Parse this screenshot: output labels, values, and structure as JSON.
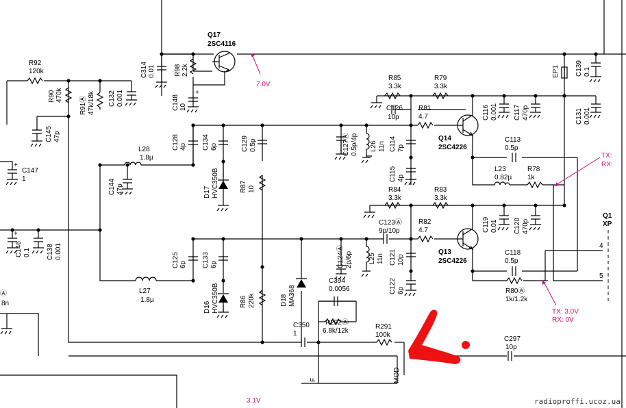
{
  "diagram": {
    "transistors": [
      {
        "id": "q17",
        "ref": "Q17",
        "part": "2SC4116"
      },
      {
        "id": "q14",
        "ref": "Q14",
        "part": "2SC4226"
      },
      {
        "id": "q13",
        "ref": "Q13",
        "part": "2SC4226"
      }
    ],
    "resistors": [
      {
        "id": "r92",
        "ref": "R92",
        "value": "120k"
      },
      {
        "id": "r90",
        "ref": "R90",
        "value": "470k"
      },
      {
        "id": "r91",
        "ref": "R91Ⓐ",
        "value": "47k/18k"
      },
      {
        "id": "r98",
        "ref": "R98",
        "value": "2.2k"
      },
      {
        "id": "r85",
        "ref": "R85",
        "value": "3.3k"
      },
      {
        "id": "r79",
        "ref": "R79",
        "value": "3.3k"
      },
      {
        "id": "r81",
        "ref": "R81",
        "value": "4.7"
      },
      {
        "id": "r78",
        "ref": "R78",
        "value": "1k"
      },
      {
        "id": "r84",
        "ref": "R84",
        "value": "3.3k"
      },
      {
        "id": "r83",
        "ref": "R83",
        "value": "3.3k"
      },
      {
        "id": "r82",
        "ref": "R82",
        "value": "4.7"
      },
      {
        "id": "r80",
        "ref": "R80Ⓐ",
        "value": "1k/1.2k"
      },
      {
        "id": "r87",
        "ref": "R87",
        "value": "10"
      },
      {
        "id": "r86",
        "ref": "R86",
        "value": "220k"
      },
      {
        "id": "r292",
        "ref": "R292Ⓐ",
        "value": "6.8k/12k"
      },
      {
        "id": "r291",
        "ref": "R291",
        "value": "100k"
      }
    ],
    "capacitors": [
      {
        "id": "c314",
        "ref": "C314",
        "value": "0.01"
      },
      {
        "id": "c148",
        "ref": "C148",
        "value": "10"
      },
      {
        "id": "c132",
        "ref": "C132",
        "value": "0.001"
      },
      {
        "id": "c145",
        "ref": "C145",
        "value": "47p"
      },
      {
        "id": "c147",
        "ref": "C147",
        "value": "1"
      },
      {
        "id": "c144",
        "ref": "C144",
        "value": "47p"
      },
      {
        "id": "c146",
        "ref": "C146",
        "value": "0.1"
      },
      {
        "id": "c138",
        "ref": "C138",
        "value": "0.001"
      },
      {
        "id": "c128",
        "ref": "C128",
        "value": "4p"
      },
      {
        "id": "c134",
        "ref": "C134",
        "value": "6p"
      },
      {
        "id": "c129",
        "ref": "C129",
        "value": "0.5p"
      },
      {
        "id": "c126",
        "ref": "C126",
        "value": "10p"
      },
      {
        "id": "c127",
        "ref": "C127Ⓐ",
        "value": "0.5p/4p"
      },
      {
        "id": "c114",
        "ref": "C114",
        "value": "7p"
      },
      {
        "id": "c115",
        "ref": "C115",
        "value": "4p"
      },
      {
        "id": "c116",
        "ref": "C116",
        "value": "0.001"
      },
      {
        "id": "c117",
        "ref": "C117",
        "value": "470p"
      },
      {
        "id": "c113",
        "ref": "C113",
        "value": "0.5p"
      },
      {
        "id": "c131",
        "ref": "C131",
        "value": "0.001"
      },
      {
        "id": "c139",
        "ref": "C139",
        "value": "0.1"
      },
      {
        "id": "c125",
        "ref": "C125",
        "value": "6p"
      },
      {
        "id": "c133",
        "ref": "C133",
        "value": "6p"
      },
      {
        "id": "c123",
        "ref": "C123Ⓐ",
        "value": "9p/10p"
      },
      {
        "id": "c124",
        "ref": "C124Ⓐ",
        "value": "2p/6p"
      },
      {
        "id": "c121",
        "ref": "C121",
        "value": "10p"
      },
      {
        "id": "c122",
        "ref": "C122",
        "value": "6p"
      },
      {
        "id": "c119",
        "ref": "C119",
        "value": "0.01"
      },
      {
        "id": "c120",
        "ref": "C120",
        "value": "470p"
      },
      {
        "id": "c118",
        "ref": "C118",
        "value": "0.5p"
      },
      {
        "id": "c394",
        "ref": "C394",
        "value": "0.0056"
      },
      {
        "id": "c350",
        "ref": "C350",
        "value": "1"
      },
      {
        "id": "c297",
        "ref": "C297",
        "value": "10p"
      }
    ],
    "inductors": [
      {
        "id": "l28",
        "ref": "L28",
        "value": "1.8µ"
      },
      {
        "id": "l27",
        "ref": "L27",
        "value": "1.8µ"
      },
      {
        "id": "l26",
        "ref": "L26",
        "value": "11n"
      },
      {
        "id": "l25",
        "ref": "L25",
        "value": "11n"
      },
      {
        "id": "l23",
        "ref": "L23",
        "value": "0.82µ"
      }
    ],
    "diodes": [
      {
        "id": "d17",
        "ref": "D17",
        "part": "HVC350B"
      },
      {
        "id": "d16",
        "ref": "D16",
        "part": "HVC350B"
      },
      {
        "id": "d18",
        "ref": "D18",
        "part": "MA368"
      }
    ],
    "fuse": {
      "ref": "EP1"
    },
    "partial_labels": {
      "q_right": "Q1",
      "xp_right": "XP",
      "pin4": "4",
      "pin5": "5",
      "cut_a": "Ⓐ",
      "cut_8n": "8n",
      "net_f": "F",
      "net_mod": "MOD"
    },
    "annotations": {
      "v70": "7.0V",
      "v31": "3.1V",
      "tx_top": "TX:",
      "rx_top": "RX:",
      "tx_bottom": "TX: 3.0V",
      "rx_bottom": "RX: 0V"
    },
    "colors": {
      "annotation": "#cc1177",
      "arrow": "#ee1111",
      "wire": "#000000"
    },
    "watermark": "radioproffi.ucoz.ua"
  }
}
